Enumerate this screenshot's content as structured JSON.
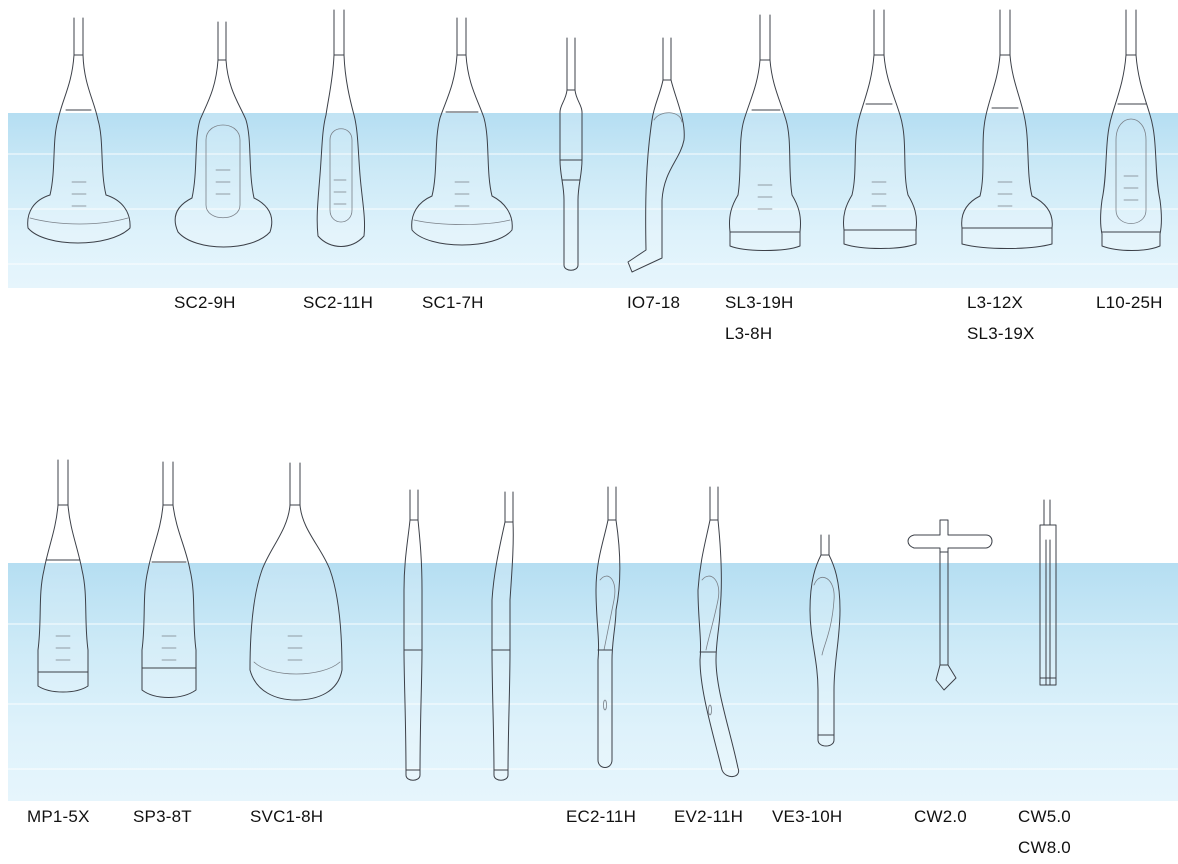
{
  "colors": {
    "water_light": "#e6f5fc",
    "water_dark": "#b5def2",
    "outline": "#3c4048",
    "text": "#111111"
  },
  "top_row": {
    "labels": [
      "SC2-9H",
      "SC2-11H",
      "SC1-7H",
      "IO7-18",
      "SL3-19H",
      "L3-8H",
      "L3-12X",
      "SL3-19X",
      "L10-25H"
    ]
  },
  "bottom_row": {
    "labels": [
      "MP1-5X",
      "SP3-8T",
      "SVC1-8H",
      "EC2-11H",
      "EV2-11H",
      "VE3-10H",
      "CW2.0",
      "CW5.0",
      "CW8.0"
    ]
  }
}
